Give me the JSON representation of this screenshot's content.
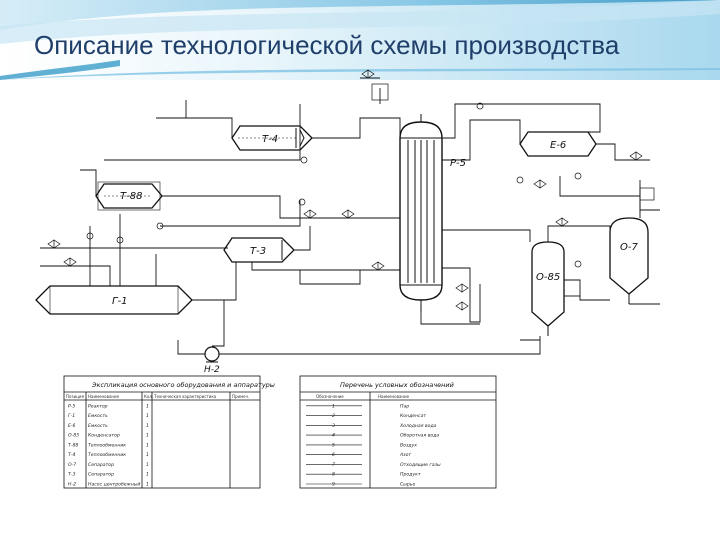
{
  "slide": {
    "title": "Описание технологической схемы производства"
  },
  "colors": {
    "banner_light": "#e6f4fb",
    "banner_mid": "#9fd3ea",
    "banner_dark": "#3a9cc9",
    "title_text": "#1f3f6a",
    "line": "#111111"
  },
  "equipment": {
    "t4": "Т-4",
    "r5": "Р-5",
    "e6": "Е-6",
    "t88": "Т-88",
    "t3": "Т-3",
    "g1": "Г-1",
    "o85": "О-85",
    "o7": "О-7",
    "n2": "Н-2"
  },
  "table_left": {
    "title": "Экспликация основного оборудования и аппаратуры",
    "headers": [
      "Позиция",
      "Наименование",
      "Кол.",
      "Техническая характеристика",
      "Примеч."
    ],
    "rows": [
      [
        "Р-5",
        "Реактор",
        "1",
        "",
        ""
      ],
      [
        "Г-1",
        "Емкость",
        "1",
        "",
        ""
      ],
      [
        "Е-6",
        "Емкость",
        "1",
        "",
        ""
      ],
      [
        "О-85",
        "Конденсатор",
        "1",
        "",
        ""
      ],
      [
        "Т-88",
        "Теплообменник",
        "1",
        "",
        ""
      ],
      [
        "Т-4",
        "Теплообменник",
        "1",
        "",
        ""
      ],
      [
        "О-7",
        "Сепаратор",
        "1",
        "",
        ""
      ],
      [
        "Т-3",
        "Сепаратор",
        "1",
        "",
        ""
      ],
      [
        "Н-2",
        "Насос центробежный",
        "1",
        "",
        ""
      ]
    ]
  },
  "table_right": {
    "title": "Перечень условных обозначений",
    "headers": [
      "Обозначение",
      "Наименование"
    ],
    "rows": [
      [
        "1",
        "Пар"
      ],
      [
        "2",
        "Конденсат"
      ],
      [
        "3",
        "Холодная вода"
      ],
      [
        "4",
        "Оборотная вода"
      ],
      [
        "5",
        "Воздух"
      ],
      [
        "6",
        "Азот"
      ],
      [
        "7",
        "Отходящие газы"
      ],
      [
        "8",
        "Продукт"
      ],
      [
        "9",
        "Сырье"
      ]
    ]
  }
}
